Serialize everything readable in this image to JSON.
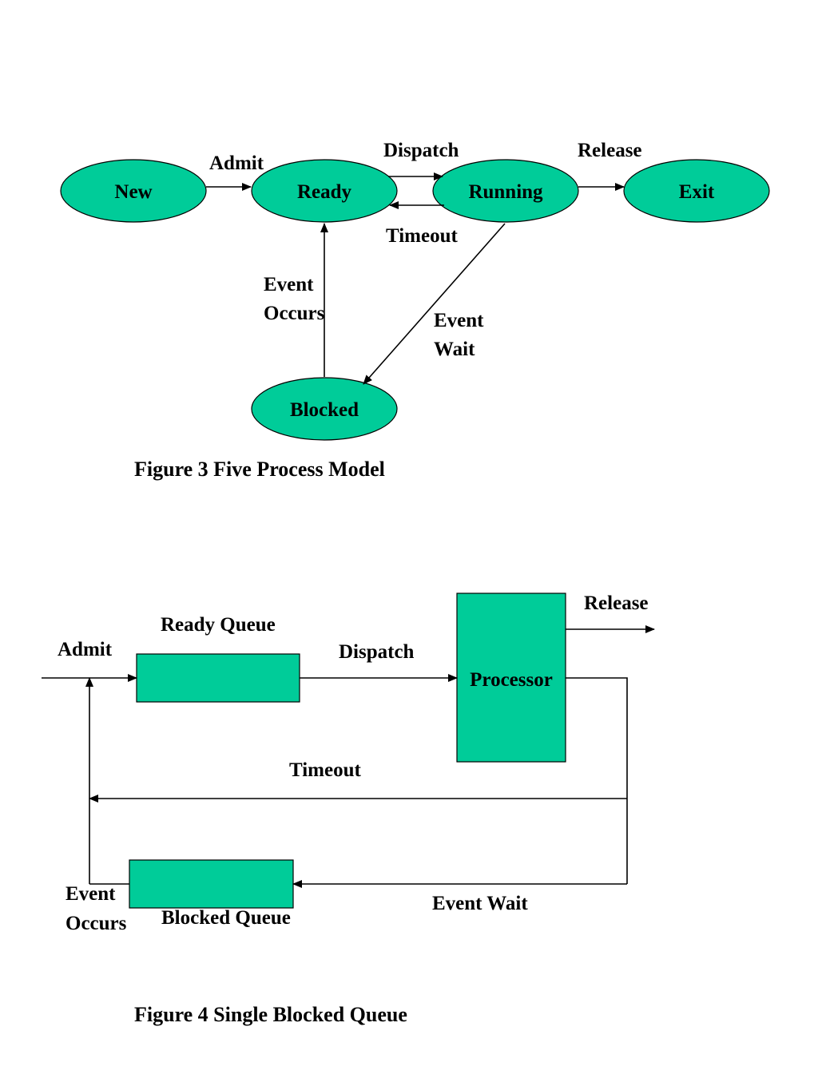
{
  "colors": {
    "node_fill": "#00cc99",
    "stroke": "#000000",
    "background": "#ffffff"
  },
  "fig3": {
    "nodes": {
      "new": "New",
      "ready": "Ready",
      "running": "Running",
      "exit": "Exit",
      "blocked": "Blocked"
    },
    "edges": {
      "admit": "Admit",
      "dispatch": "Dispatch",
      "release": "Release",
      "timeout": "Timeout",
      "event_occurs": [
        "Event",
        "Occurs"
      ],
      "event_wait": [
        "Event",
        "Wait"
      ]
    },
    "caption": "Figure 3  Five Process Model"
  },
  "fig4": {
    "labels": {
      "ready_queue": "Ready Queue",
      "admit": "Admit",
      "dispatch": "Dispatch",
      "processor": "Processor",
      "release": "Release",
      "timeout": "Timeout",
      "event_wait": "Event Wait",
      "blocked_queue": "Blocked Queue",
      "event_occurs": [
        "Event",
        "Occurs"
      ]
    },
    "caption": "Figure 4 Single Blocked Queue"
  }
}
